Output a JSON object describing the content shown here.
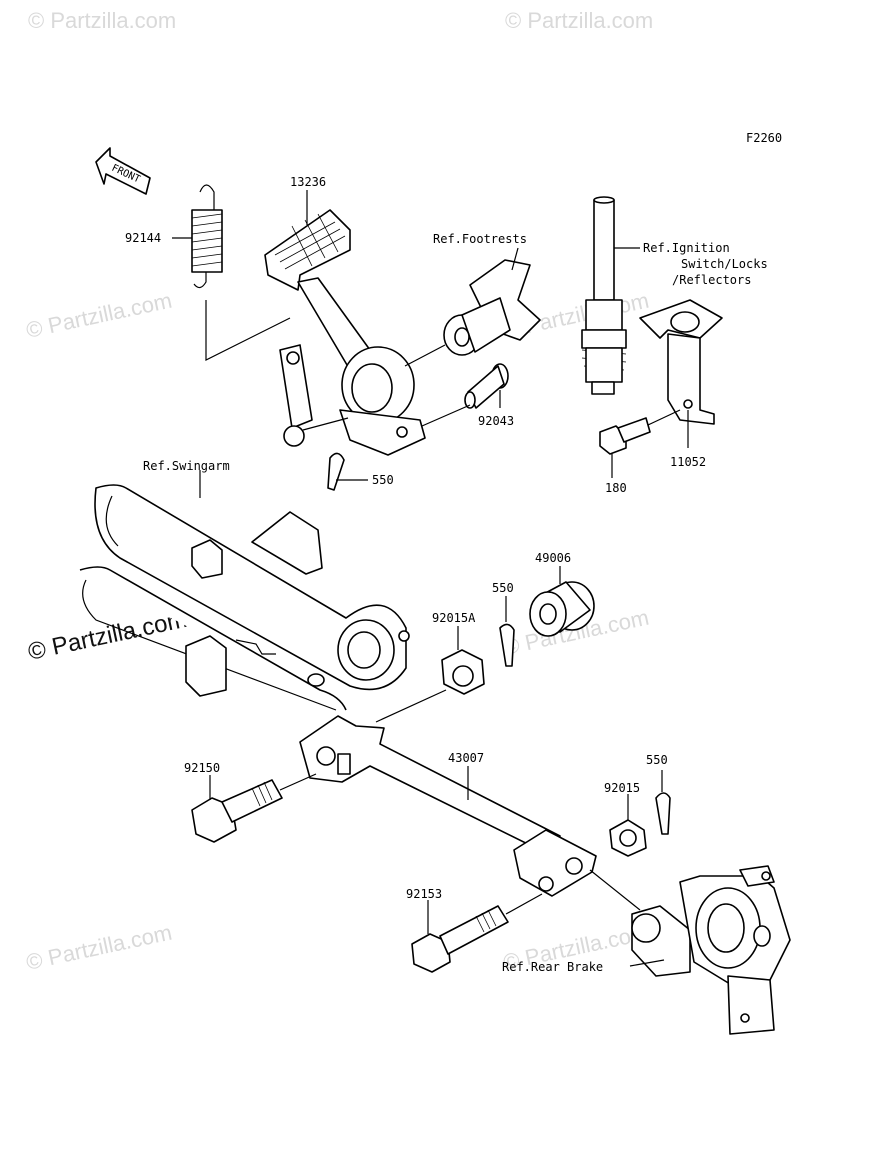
{
  "diagram": {
    "code": "F2260",
    "front_label": "FRONT",
    "watermark_text": "© Partzilla.com",
    "labels": {
      "p92144": "92144",
      "p13236": "13236",
      "ref_footrests": "Ref.Footrests",
      "ref_ignition_1": "Ref.Ignition",
      "ref_ignition_2": "Switch/Locks",
      "ref_ignition_3": "/Reflectors",
      "p92043": "92043",
      "p550_a": "550",
      "p11052": "11052",
      "p180": "180",
      "ref_swingarm": "Ref.Swingarm",
      "p49006": "49006",
      "p550_b": "550",
      "p92015a": "92015A",
      "p92150": "92150",
      "p43007": "43007",
      "p550_c": "550",
      "p92015": "92015",
      "p92153": "92153",
      "ref_rear_brake": "Ref.Rear Brake"
    }
  }
}
